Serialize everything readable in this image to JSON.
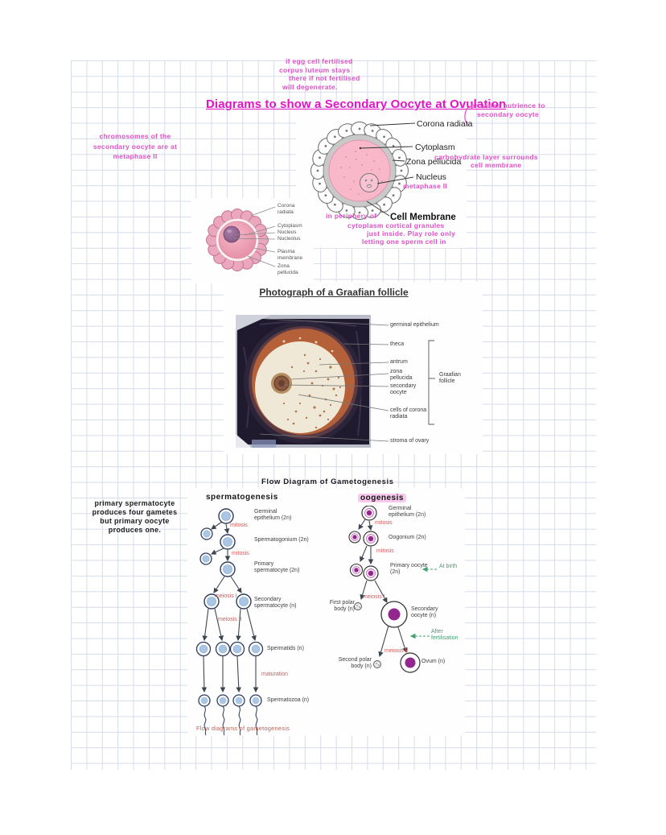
{
  "page": {
    "main_title": "Diagrams to show a Secondary Oocyte at Ovulation",
    "photo_title": "Photograph of a Graafian follicle",
    "flow_title": "Flow Diagram of Gametogenesis"
  },
  "notes": {
    "corpus_luteum": [
      "if egg cell fertilised",
      "corpus luteum stays",
      "there if not fertilised",
      "will degenerate."
    ],
    "nutrience": [
      "provides nutrience to",
      "secondary oocyte"
    ],
    "chromosomes": [
      "chromosomes of the",
      "secondary oocyte are at",
      "metaphase II"
    ],
    "carbohydrate": [
      "carbohydrate layer surrounds",
      "cell membrane"
    ],
    "metaphase": "metaphase II",
    "periphery": [
      "in periphery of",
      "cytoplasm cortical granules",
      "just inside. Play role only",
      "letting one sperm cell in"
    ],
    "gamete_count": [
      "primary spermatocyte",
      "produces four gametes",
      "but primary oocyte",
      "produces one."
    ]
  },
  "oocyte_diagram": {
    "labels": {
      "corona": "Corona radiata",
      "cytoplasm": "Cytoplasm",
      "zona": "Zona pellucida",
      "nucleus": "Nucleus",
      "membrane": "Cell Membrane"
    }
  },
  "small_diagram": {
    "labels": [
      "Corona radiata",
      "Cytoplasm",
      "Nucleus",
      "Nucleolus",
      "Plasma membrane",
      "Zona pellucida"
    ]
  },
  "photo": {
    "labels": [
      "germinal epithelium",
      "theca",
      "antrum",
      "zona pellucida",
      "secondary oocyte",
      "cells of corona radiata",
      "stroma of ovary"
    ],
    "bracket": "Graafian follicle"
  },
  "flow": {
    "caption": "Flow diagrams of gametogenesis",
    "spermatogenesis": {
      "heading": "spermatogenesis",
      "stages": [
        "Germinal epithelium (2n)",
        "Spermatogonium (2n)",
        "Primary spermatocyte (2n)",
        "Secondary spermatocyte (n)",
        "Spermatids (n)",
        "Spermatozoa (n)"
      ],
      "processes": [
        "mitosis",
        "mitosis",
        "meiosis I",
        "meiosis II",
        "maturation"
      ]
    },
    "oogenesis": {
      "heading": "oogenesis",
      "stages": [
        "Germinal epithelium (2n)",
        "Oogonium (2n)",
        "Primary oocyte (2n)",
        "First polar body (n)",
        "Secondary oocyte (n)",
        "Second polar body (n)",
        "Ovum (n)"
      ],
      "processes": [
        "mitosis",
        "mitosis",
        "meiosis I",
        "meiosis II"
      ],
      "timing": [
        "At birth",
        "After fertilisation"
      ]
    }
  },
  "colors": {
    "ink_pink": "#e04fc6",
    "title_magenta": "#e214c6",
    "grid_line": "#ccd3e6",
    "process_red": "#cf5a5a",
    "timing_green": "#3fa070",
    "sperm_cell_fill": "#aac6e5",
    "oocyte_cell_fill": "#94278e"
  }
}
